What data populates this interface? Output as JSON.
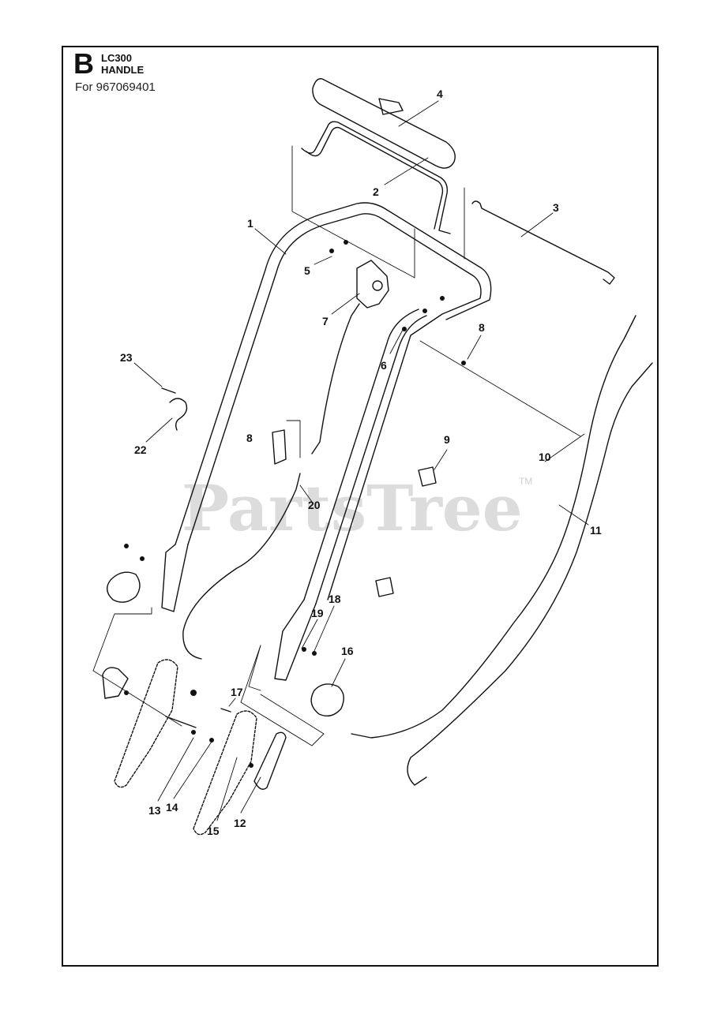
{
  "header": {
    "section_letter": "B",
    "model": "LC300",
    "title": "HANDLE",
    "for_line": "For 967069401"
  },
  "watermark": {
    "text": "PartsTree",
    "trademark": "TM"
  },
  "callouts": [
    "1",
    "2",
    "3",
    "4",
    "5",
    "6",
    "7",
    "8",
    "8",
    "9",
    "10",
    "11",
    "12",
    "13",
    "14",
    "15",
    "16",
    "17",
    "18",
    "19",
    "20",
    "22",
    "23"
  ],
  "colors": {
    "line": "#111111",
    "watermark": "#dcdcdc"
  }
}
